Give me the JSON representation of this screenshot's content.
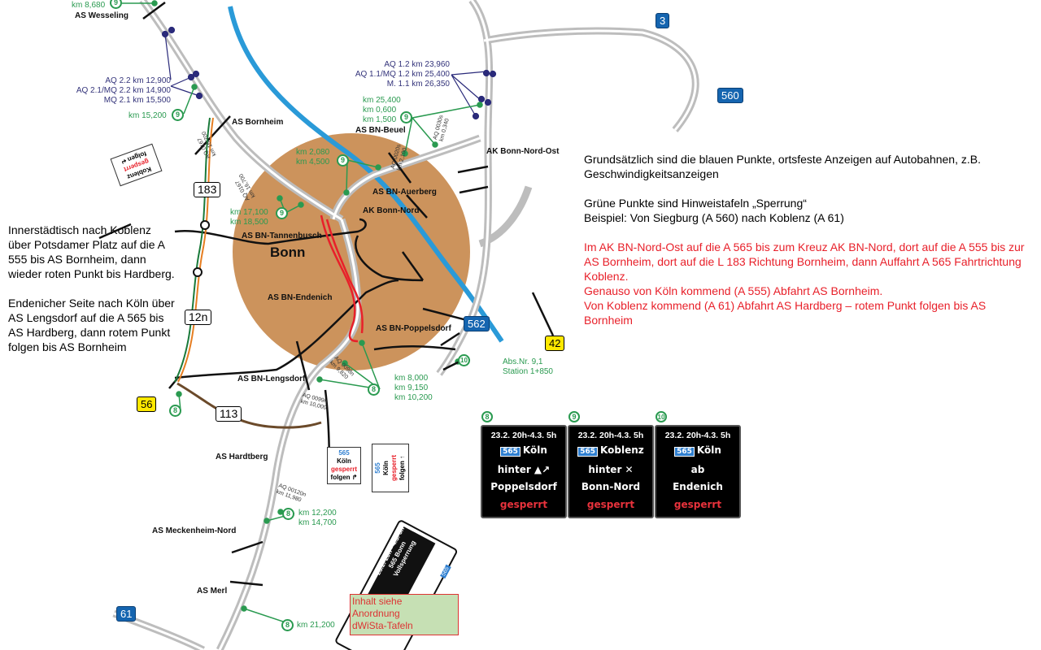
{
  "junctions": [
    "AS Wesseling",
    "AS Bornheim",
    "AS BN-Beuel",
    "AK Bonn-Nord-Ost",
    "AS BN-Auerberg",
    "AK Bonn-Nord",
    "AS BN-Tannenbusch",
    "Bonn",
    "AS BN-Endenich",
    "AS BN-Poppelsdorf",
    "AS BN-Lengsdorf",
    "AS Hardtberg",
    "AS Meckenheim-Nord",
    "AS Merl"
  ],
  "detectors": {
    "west": [
      "AQ 2.2 km 12,900",
      "AQ 2.1/MQ 2.2 km 14,900",
      "MQ 2.1 km 15,500"
    ],
    "east": [
      "AQ 1.2 km 23,960",
      "AQ 1.1/MQ 1.2 km 25,400",
      "M. 1.1 km 26,350"
    ]
  },
  "hint_km": {
    "wesseling": "km 8,680",
    "bornheim": "km 15,200",
    "beuel": [
      "km 25,400",
      "km 0,600",
      "km 1,500"
    ],
    "auerberg": [
      "km 2,080",
      "km 4,500"
    ],
    "tannenbusch": [
      "km 17,100",
      "km 18,500"
    ],
    "poppelsdorf": [
      "km 8,000",
      "km 9,150",
      "km 10,200"
    ],
    "meckenheim": [
      "km 12,200",
      "km 14,700"
    ],
    "merl": "km 21,200",
    "a562": [
      "Abs.Nr. 9,1",
      "Station 1+850"
    ]
  },
  "markers": [
    "9",
    "9",
    "9",
    "9",
    "9",
    "8",
    "8",
    "8",
    "8",
    "10"
  ],
  "stations": [
    [
      "AQ 0167",
      "km 16,700"
    ],
    [
      "AQ 0167",
      "km 16,700"
    ],
    [
      "AQ 0020s",
      "km 2,100"
    ],
    [
      "AQ 0030s",
      "km 0,340"
    ],
    [
      "AQ 0098n",
      "km 9,820"
    ],
    [
      "AQ 0099n",
      "km 10,000"
    ],
    [
      "AQ 00120n",
      "km 11,980"
    ]
  ],
  "road_shields": {
    "b183": "183",
    "b12n": "12n",
    "b113": "113",
    "b56": "56",
    "b42": "42",
    "a3": "3",
    "a560": "560",
    "a562": "562",
    "a61": "61"
  },
  "notes": {
    "right_p1": "Grundsätzlich sind die blauen Punkte, ortsfeste Anzeigen auf Autobahnen, z.B. Geschwindigkeitsanzeigen",
    "right_p2a": "Grüne Punkte sind Hinweistafeln „Sperrung“",
    "right_p2b": "Beispiel: Von Siegburg (A 560) nach Koblenz (A 61)",
    "right_p3": "Im AK BN-Nord-Ost auf die A 565 bis zum Kreuz AK BN-Nord, dort auf die A 555 bis zur AS Bornheim, dort auf die L 183 Richtung Bornheim, dann Auffahrt A 565 Fahrtrichtung Koblenz.",
    "right_p4": "Genauso von Köln kommend (A 555) Abfahrt AS Bornheim.",
    "right_p5": "Von Koblenz kommend (A 61) Abfahrt AS Hardberg – rotem Punkt folgen bis AS Bornheim",
    "left_p1": "Innerstädtisch nach Koblenz über Potsdamer Platz auf die A 555 bis AS Bornheim, dann wieder roten Punkt bis Hardberg.",
    "left_p2": "Endenicher Seite nach Köln über AS Lengsdorf auf die A 565 bis AS Hardberg, dann rotem Punkt folgen bis AS Bornheim"
  },
  "panels": [
    {
      "num": "8",
      "date": "23.2. 20h-4.3. 5h",
      "route": "565",
      "dest": "Köln",
      "line3": "hinter ▲↗",
      "line4": "Poppelsdorf",
      "status": "gesperrt"
    },
    {
      "num": "9",
      "date": "23.2. 20h-4.3. 5h",
      "route": "565",
      "dest": "Koblenz",
      "line3": "hinter ✕",
      "line4": "Bonn-Nord",
      "status": "gesperrt"
    },
    {
      "num": "10",
      "date": "23.2. 20h-4.3. 5h",
      "route": "565",
      "dest": "Köln",
      "line3": "ab",
      "line4": "Endenich",
      "status": "gesperrt"
    }
  ],
  "small_signs": {
    "koblenz": [
      "Koblenz",
      "gesperrt",
      "folgen ↵"
    ],
    "koeln1": [
      "565",
      "Köln",
      "gesperrt",
      "folgen ↱"
    ],
    "koeln2": [
      "565",
      "Köln",
      "gesperrt",
      "folgen ↑"
    ],
    "big": [
      "23.2. 20h - 4.3. 5h",
      "565 Bonn",
      "Vollsperrung",
      "565"
    ]
  },
  "green_box": [
    "Inhalt siehe",
    "Anordnung",
    "dWiSta-Tafeln"
  ],
  "colors": {
    "detector": "#33337a",
    "hint": "#2a9a50",
    "city": "#cc935c",
    "rhine": "#2a9ad8",
    "closure": "#e8202a",
    "note_red": "#e8202a"
  }
}
